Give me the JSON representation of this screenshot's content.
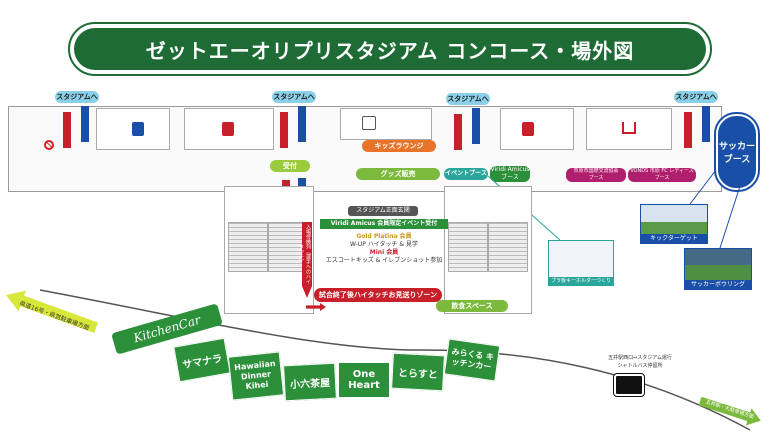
{
  "title": "ゼットエーオリプリスタジアム コンコース・場外図",
  "to_stadium": [
    "スタジアムへ",
    "スタジアムへ",
    "スタジアムへ",
    "スタジアムへ"
  ],
  "reception": "受付",
  "kids_lounge": "キッズラウンジ",
  "goods": "グッズ販売",
  "event_booth": "イベントブース",
  "viridi_amicus_small": "Viridi Amicus",
  "viridi_amicus_small_sub": "ブース",
  "booth_city": "市原市国際交流協会",
  "booth_city_sub": "ブース",
  "booth_vonds": "VONDS 市原 FC レディース",
  "booth_vonds_sub": "ブース",
  "soccer_booth": [
    "サッカー",
    "ブース"
  ],
  "kick_target": "キックターゲット",
  "soccer_bowling": "サッカーボウリング",
  "keychain": "プラ板キーホルダーづくり",
  "stadium_front": "スタジアム正面玄関",
  "viridi_event": "Viridi Amicus 会員限定イベント受付",
  "gold_platina": "Gold Platina 会員",
  "wup": "W-UP ハイタッチ & 見学",
  "mini": "Mini 会員",
  "escort": "エスコートキッズ & イレブンショット参加",
  "hightouch_note": "試合終了後ハイタッチお見送りゾーン",
  "vertical_note": "入場待機列（選手へのハイタッチ）",
  "dining": "飲食スペース",
  "road_left": "県道16号・県営駐車場方面",
  "road_right": "五井駅・大駐車場方面",
  "kitchen_car": "KitchenCar",
  "food_trucks": [
    "サマナラ",
    "Hawaiian Dinner Kihei",
    "小六茶屋",
    "One Heart",
    "とらすと",
    "みらくる キッチンカー"
  ],
  "shuttle": [
    "五井駅西口⇔スタジアム運行",
    "シャトルバス停留所"
  ],
  "colors": {
    "green": "#1e6b36",
    "red": "#c8202a",
    "blue": "#1a4fa8",
    "lightblue": "#8ad0e8",
    "teal": "#2aa59a",
    "purple": "#b01e6e"
  }
}
